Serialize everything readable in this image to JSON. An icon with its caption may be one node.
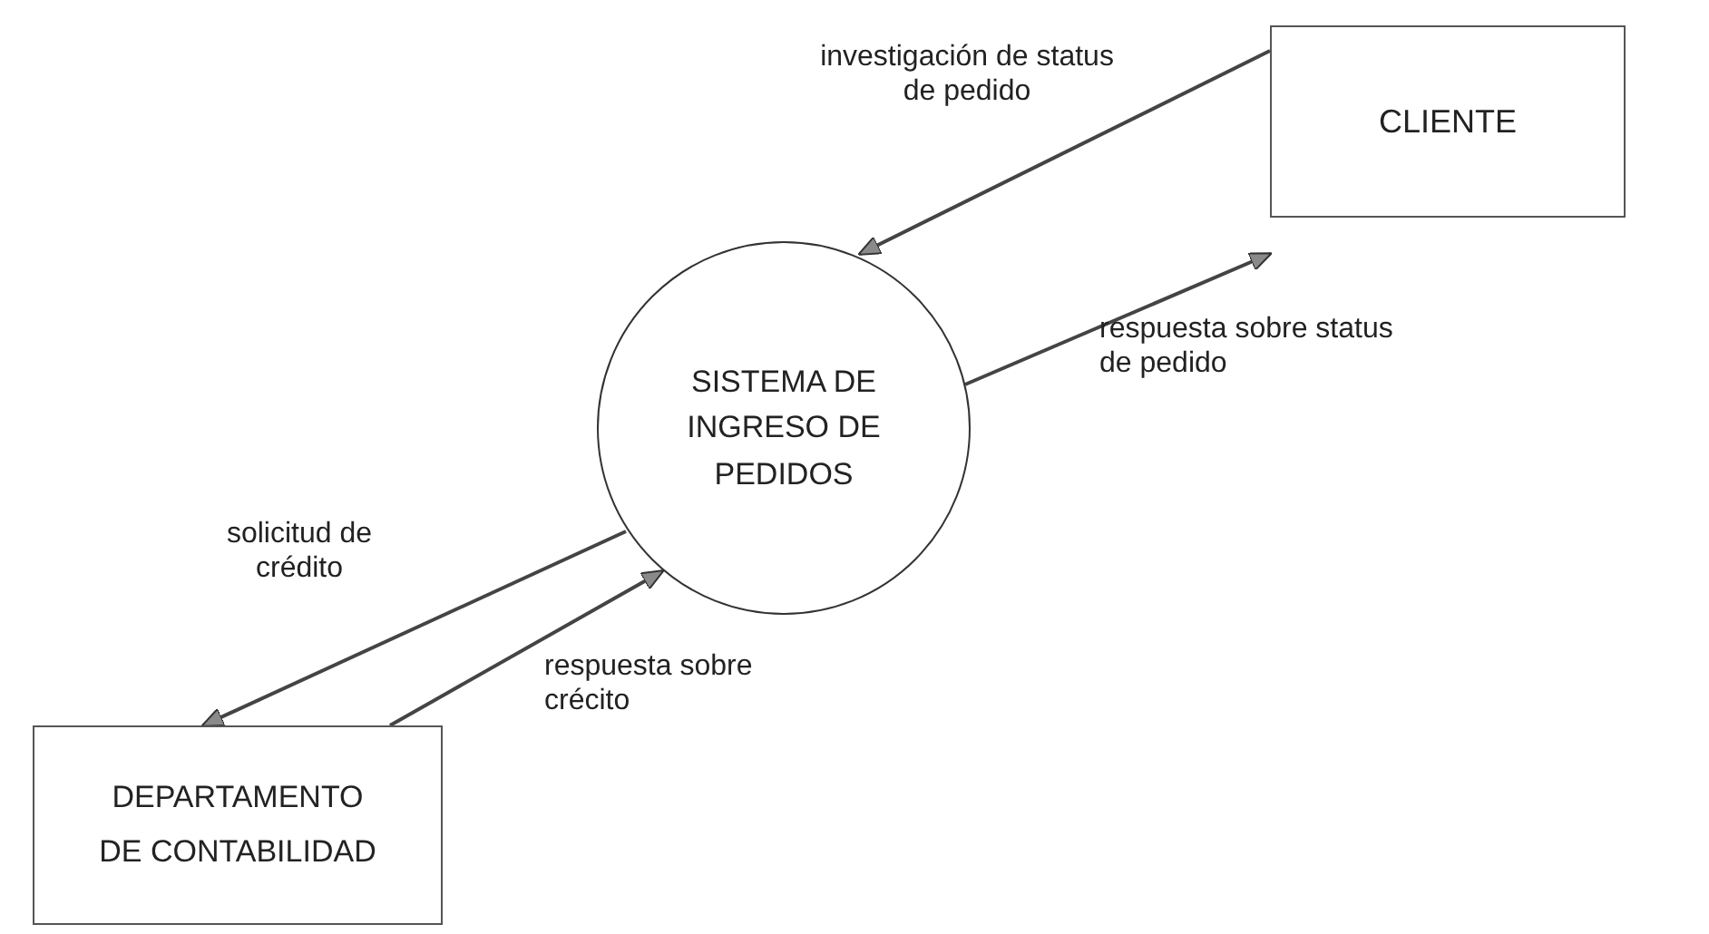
{
  "diagram": {
    "nodes": [
      {
        "text": [
          "CLIENTE"
        ]
      },
      {
        "text": [
          "SISTEMA DE INGRESO DE PEDIDOS"
        ]
      },
      {
        "text": [
          "DEPARTAMENTO DE CONTABILIDAD"
        ]
      }
    ],
    "edges": [
      {
        "from": 0,
        "to": 1,
        "arrow": "to",
        "label": "investigación de status de pedido"
      },
      {
        "from": 1,
        "to": 0,
        "arrow": "to",
        "label": "respuesta sobre status de pedido"
      },
      {
        "from": 1,
        "to": 2,
        "arrow": "to",
        "label": "solicitud de crédito"
      },
      {
        "from": 2,
        "to": 1,
        "arrow": "to",
        "label": "respuesta sobre crécito"
      }
    ]
  }
}
